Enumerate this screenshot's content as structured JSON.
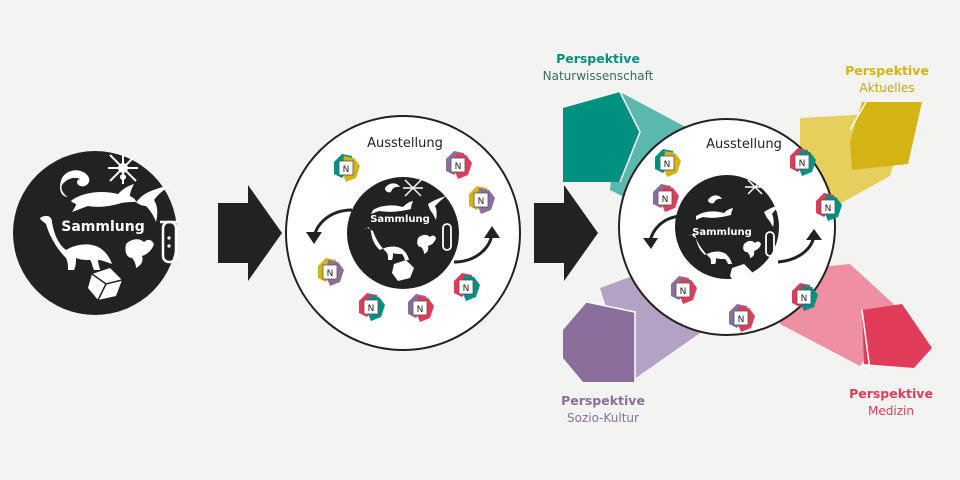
{
  "stage1": {
    "label": "Sammlung"
  },
  "stage2": {
    "title": "Ausstellung",
    "label": "Sammlung"
  },
  "stage3": {
    "title": "Ausstellung",
    "label": "Sammlung"
  },
  "badge_letter": "N",
  "perspectives": {
    "nature": {
      "heading": "Perspektive",
      "name": "Naturwissenschaft",
      "color": "#009080"
    },
    "current": {
      "heading": "Perspektive",
      "name": "Aktuelles",
      "color": "#d4b414"
    },
    "social": {
      "heading": "Perspektive",
      "name": "Sozio-Kultur",
      "color": "#8c6e9c"
    },
    "medical": {
      "heading": "Perspektive",
      "name": "Medizin",
      "color": "#e03c5a"
    }
  },
  "colors": {
    "dark": "#222221",
    "ring": "#ffffff",
    "background": "#f3f3f1"
  }
}
